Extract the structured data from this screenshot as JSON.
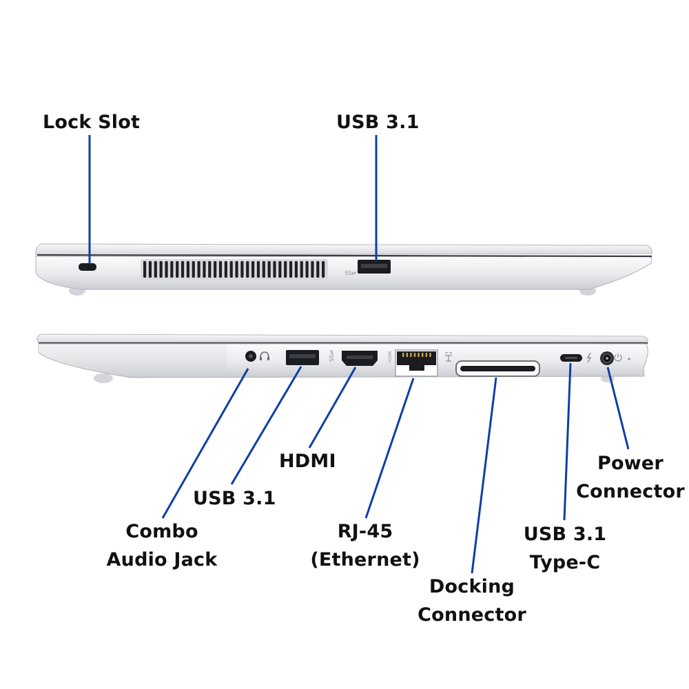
{
  "colors": {
    "leader_line": "#0b3ea8",
    "chassis_light": "#f4f5f7",
    "chassis_mid": "#dcdee2",
    "chassis_shadow": "#b9bcc2",
    "port_dark": "#1b1c1f"
  },
  "top_view": {
    "labels": {
      "lock_slot": "Lock Slot",
      "usb_a": "USB 3.1"
    }
  },
  "bottom_view": {
    "labels": {
      "combo_audio": [
        "Combo",
        "Audio Jack"
      ],
      "usb_a": "USB 3.1",
      "hdmi": "HDMI",
      "rj45": [
        "RJ-45",
        "(Ethernet)"
      ],
      "docking": [
        "Docking",
        "Connector"
      ],
      "usb_c": [
        "USB 3.1",
        "Type-C"
      ],
      "power": [
        "Power",
        "Connector"
      ]
    },
    "port_icons": [
      "headphone-icon",
      "superspeed-usb-icon",
      "hdmi-icon",
      "network-icon",
      "thunderbolt-icon",
      "power-icon"
    ]
  }
}
